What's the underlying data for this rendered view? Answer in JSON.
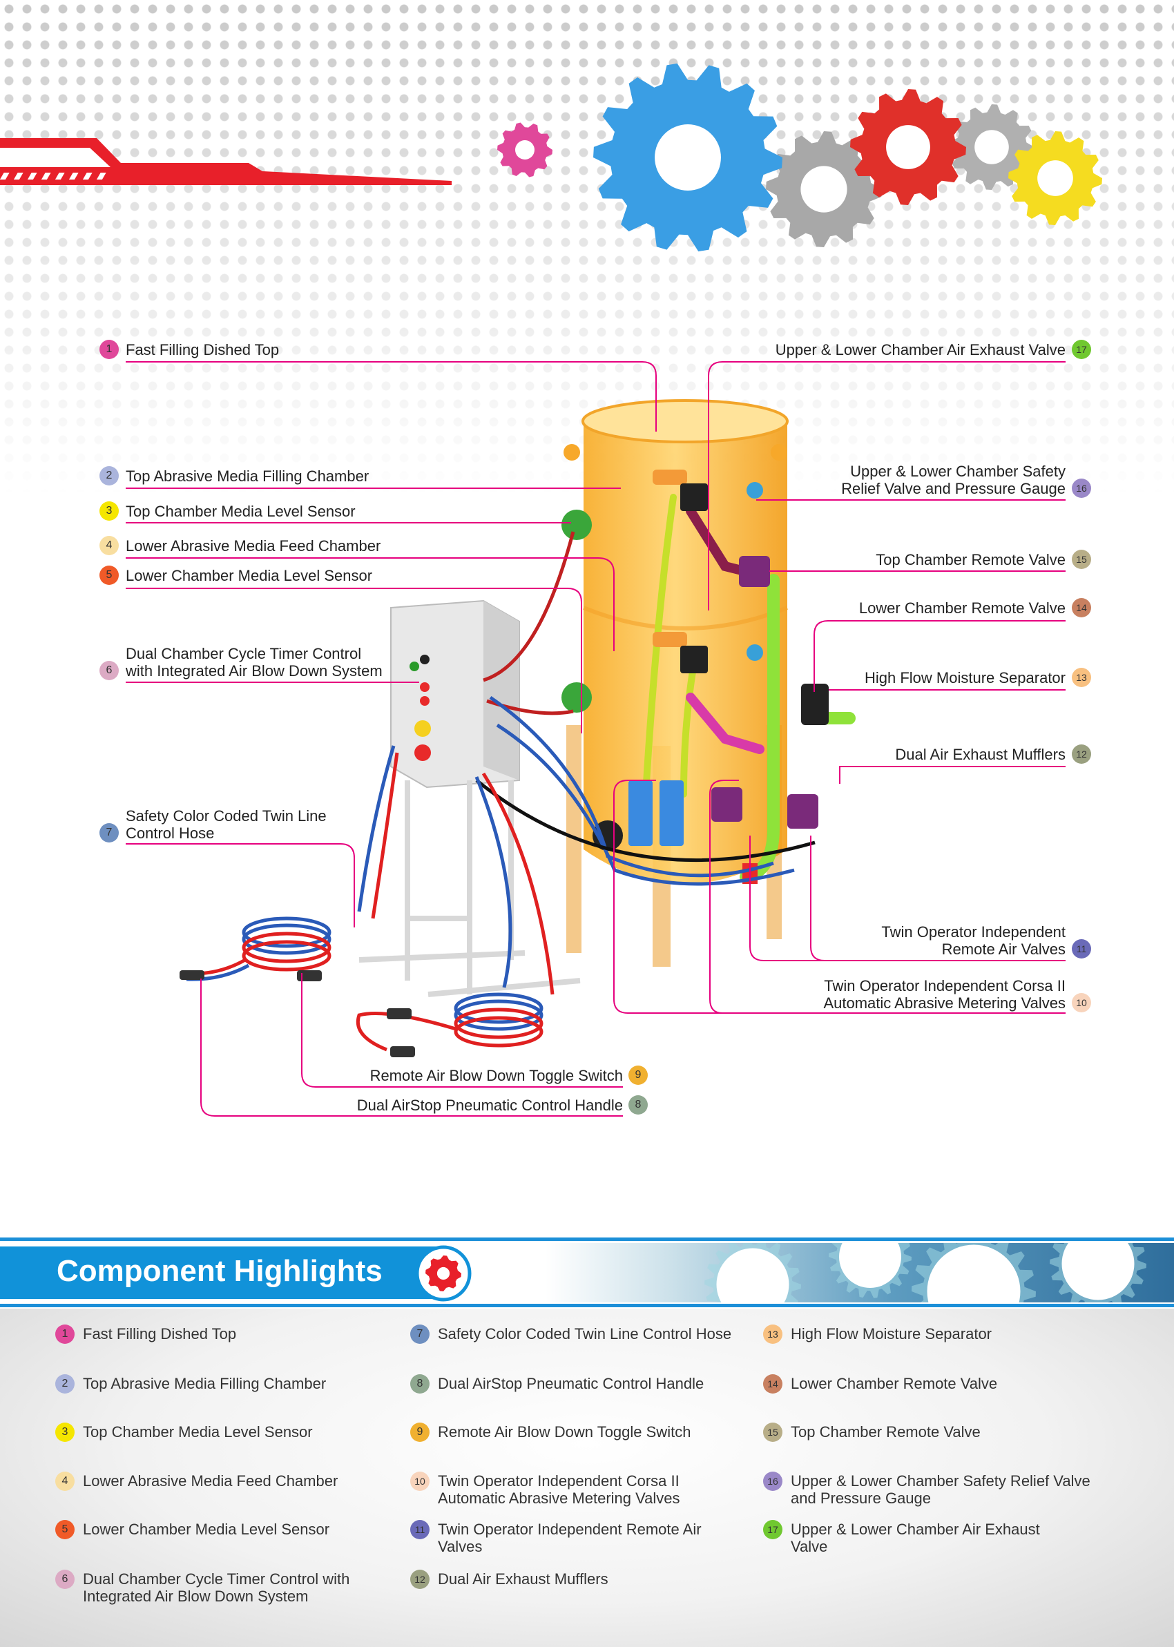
{
  "callouts": [
    {
      "num": "1",
      "text": "Fast Filling Dished Top",
      "color": "#e0489a"
    },
    {
      "num": "2",
      "text": "Top Abrasive Media Filling Chamber",
      "color": "#aab4dc"
    },
    {
      "num": "3",
      "text": "Top Chamber Media Level Sensor",
      "color": "#f5e600"
    },
    {
      "num": "4",
      "text": "Lower Abrasive Media Feed Chamber",
      "color": "#f8dea0"
    },
    {
      "num": "5",
      "text": "Lower Chamber Media Level Sensor",
      "color": "#f05a28"
    },
    {
      "num": "6",
      "text": "Dual Chamber Cycle Timer Control\nwith Integrated Air Blow Down System",
      "color": "#dcaac4"
    },
    {
      "num": "7",
      "text": "Safety Color Coded Twin Line\nControl Hose",
      "color": "#6e8fc0"
    },
    {
      "num": "8",
      "text": "Dual AirStop Pneumatic Control Handle",
      "color": "#8fa890"
    },
    {
      "num": "9",
      "text": "Remote Air Blow Down Toggle Switch",
      "color": "#f0b030"
    },
    {
      "num": "10",
      "text": "Twin Operator Independent Corsa II\nAutomatic Abrasive Metering Valves",
      "color": "#f8d4bc"
    },
    {
      "num": "11",
      "text": "Twin Operator Independent\nRemote Air Valves",
      "color": "#6a6ab8"
    },
    {
      "num": "12",
      "text": "Dual Air Exhaust Mufflers",
      "color": "#9aa080"
    },
    {
      "num": "13",
      "text": "High Flow Moisture Separator",
      "color": "#f8c080"
    },
    {
      "num": "14",
      "text": "Lower Chamber Remote Valve",
      "color": "#c88060"
    },
    {
      "num": "15",
      "text": "Top Chamber Remote Valve",
      "color": "#b8ae88"
    },
    {
      "num": "16",
      "text": "Upper & Lower Chamber Safety\nRelief Valve and Pressure Gauge",
      "color": "#9a88c8"
    },
    {
      "num": "17",
      "text": "Upper & Lower Chamber Air Exhaust Valve",
      "color": "#70c830"
    }
  ],
  "highlights": {
    "title": "Component Highlights",
    "items": [
      {
        "num": "1",
        "text": "Fast Filling Dished Top"
      },
      {
        "num": "2",
        "text": "Top Abrasive Media Filling Chamber"
      },
      {
        "num": "3",
        "text": "Top Chamber Media Level Sensor"
      },
      {
        "num": "4",
        "text": "Lower Abrasive Media Feed Chamber"
      },
      {
        "num": "5",
        "text": "Lower Chamber Media Level Sensor"
      },
      {
        "num": "6",
        "text": "Dual Chamber Cycle Timer Control with\nIntegrated Air Blow Down System"
      },
      {
        "num": "7",
        "text": "Safety Color Coded Twin Line Control Hose"
      },
      {
        "num": "8",
        "text": "Dual AirStop Pneumatic Control Handle"
      },
      {
        "num": "9",
        "text": "Remote Air Blow Down Toggle Switch"
      },
      {
        "num": "10",
        "text": "Twin Operator Independent Corsa II\nAutomatic Abrasive Metering Valves"
      },
      {
        "num": "11",
        "text": "Twin Operator Independent Remote Air\nValves"
      },
      {
        "num": "12",
        "text": "Dual Air Exhaust Mufflers"
      },
      {
        "num": "13",
        "text": "High Flow Moisture Separator"
      },
      {
        "num": "14",
        "text": "Lower Chamber Remote Valve"
      },
      {
        "num": "15",
        "text": "Top Chamber Remote Valve"
      },
      {
        "num": "16",
        "text": "Upper & Lower Chamber Safety Relief Valve\nand Pressure Gauge"
      },
      {
        "num": "17",
        "text": "Upper & Lower Chamber Air Exhaust\nValve"
      }
    ]
  },
  "colors": {
    "leader": "#e6007e",
    "brand_blue": "#1192d9",
    "accent_red": "#e8202a"
  }
}
